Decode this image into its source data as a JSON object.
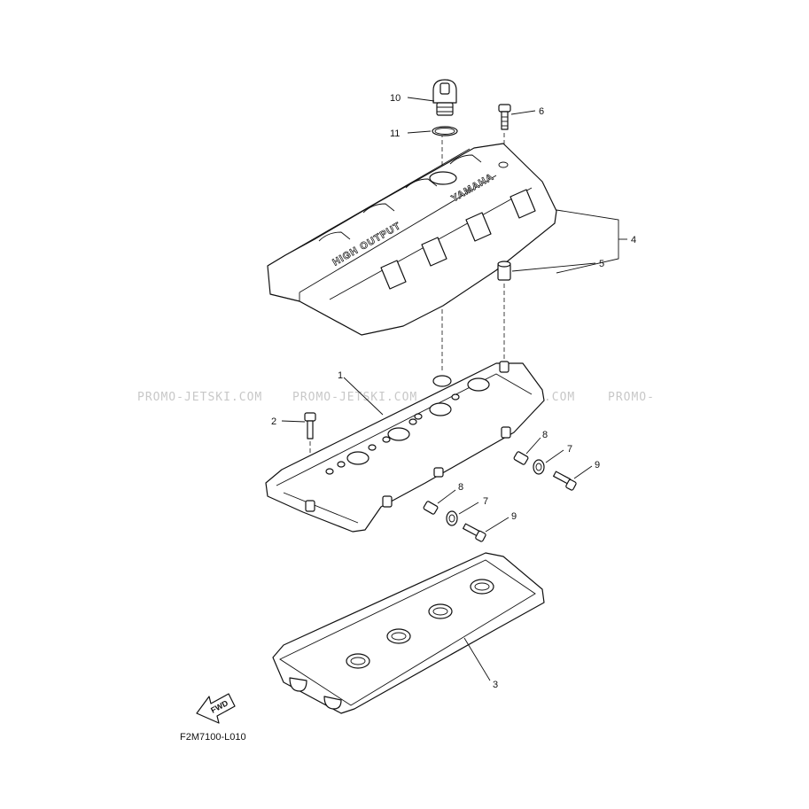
{
  "drawing_code": "F2M7100-L010",
  "fwd_label": "FWD",
  "cover_text": {
    "brand": "YAMAHA",
    "model_text": "HIGH OUTPUT"
  },
  "watermark": {
    "segments": [
      "PROMO-JETSKI.COM",
      "PROMO-JETSKI.COM",
      "PROMO-JETSKI.COM",
      "PROMO-"
    ]
  },
  "callouts": [
    {
      "label": "10",
      "part": "oil-filler-cap"
    },
    {
      "label": "11",
      "part": "o-ring"
    },
    {
      "label": "6",
      "part": "cover-screw"
    },
    {
      "label": "4",
      "part": "head-cover-assembly"
    },
    {
      "label": "5",
      "part": "collar"
    },
    {
      "label": "1",
      "part": "cylinder-head-cover"
    },
    {
      "label": "2",
      "part": "bolt"
    },
    {
      "label": "8",
      "part": "collar-right"
    },
    {
      "label": "7",
      "part": "grommet-right"
    },
    {
      "label": "9",
      "part": "bolt-right"
    },
    {
      "label": "8",
      "part": "collar-left"
    },
    {
      "label": "7",
      "part": "grommet-left"
    },
    {
      "label": "9",
      "part": "bolt-left"
    },
    {
      "label": "3",
      "part": "gasket"
    }
  ]
}
